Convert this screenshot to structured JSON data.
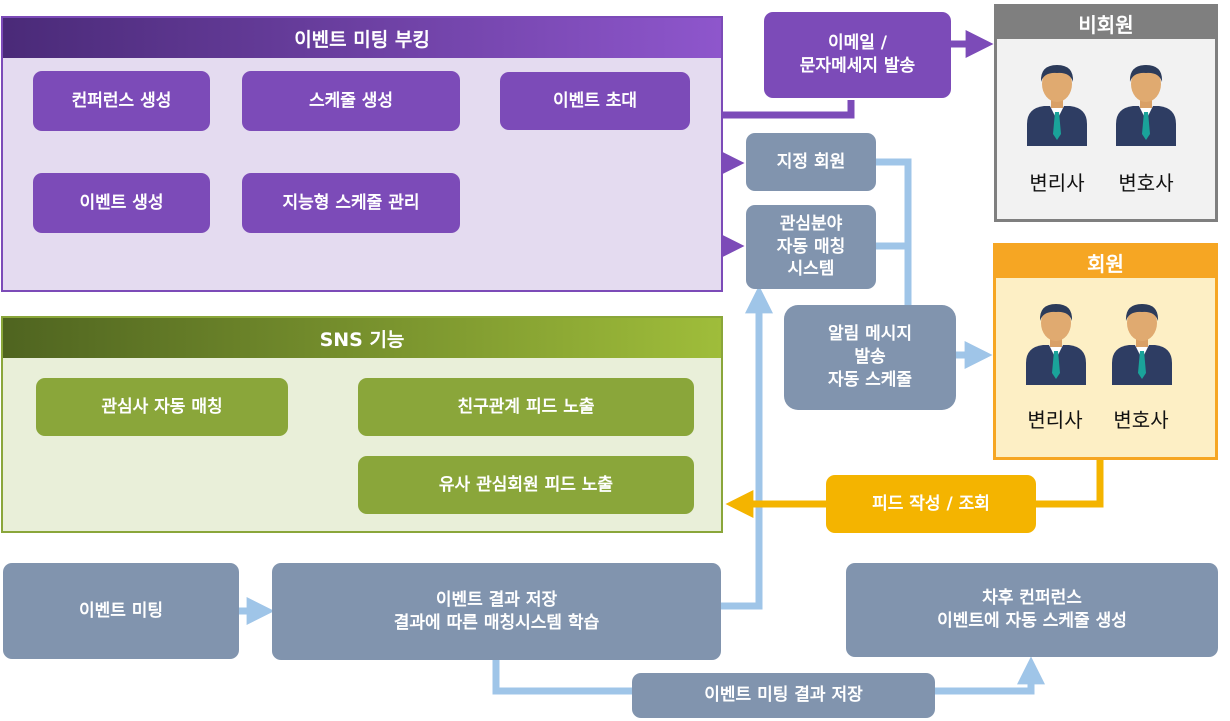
{
  "booking": {
    "title": "이벤트 미팅 부킹",
    "conference_create": "컨퍼런스 생성",
    "schedule_create": "스케줄 생성",
    "event_invite": "이벤트 초대",
    "event_create": "이벤트 생성",
    "smart_schedule": "지능형 스케줄 관리"
  },
  "sns": {
    "title": "SNS 기능",
    "interest_match": "관심사 자동 매칭",
    "friend_feed": "친구관계 피드 노출",
    "similar_feed": "유사 관심회원 피드 노출"
  },
  "email_sms": "이메일 /\n문자메세지 발송",
  "designated_member": "지정 회원",
  "interest_matching_system": "관심분야\n자동 매칭\n시스템",
  "notification_schedule": "알림 메시지\n발송\n자동 스케줄",
  "non_member": {
    "title": "비회원",
    "people": [
      "변리사",
      "변호사"
    ]
  },
  "member": {
    "title": "회원",
    "people": [
      "변리사",
      "변호사"
    ]
  },
  "feed_write": "피드 작성 / 조회",
  "event_meeting": "이벤트 미팅",
  "event_result_save": "이벤트 결과 저장\n결과에 따른 매칭시스템 학습",
  "follow_up": "차후 컨퍼런스\n이벤트에 자동 스케줄 생성",
  "meeting_result_save": "이벤트 미팅 결과 저장",
  "colors": {
    "purple": "#7c4bb8",
    "green": "#8aa63a",
    "slate": "#8194ae",
    "yellow": "#f4b400",
    "light_blue_arrow": "#9fc5e8"
  }
}
